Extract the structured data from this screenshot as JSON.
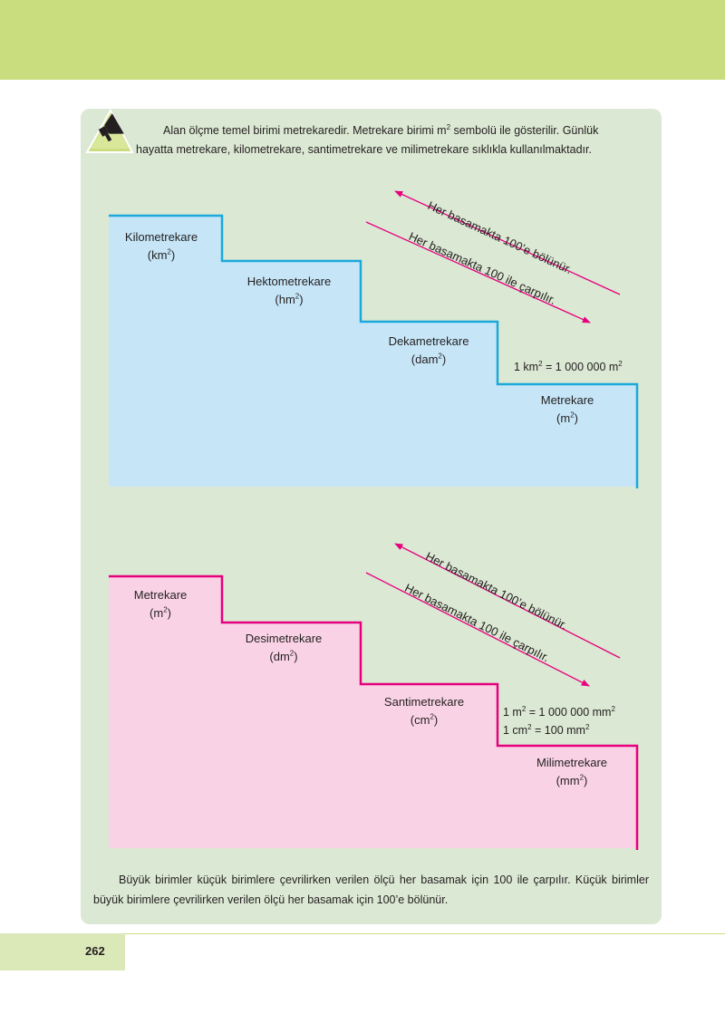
{
  "intro": {
    "line1_a": "Alan ölçme temel birimi metrekaredir. Metrekare birimi m",
    "line1_sup": "2",
    "line1_b": " sembolü ile gösterilir. Günlük",
    "line2": "hayatta metrekare, kilometrekare, santimetrekare ve milimetrekare sıklıkla kullanılmaktadır."
  },
  "upper": {
    "steps": [
      {
        "name": "Kilometrekare",
        "sym": "(km",
        "sup": "2",
        "close": ")"
      },
      {
        "name": "Hektometrekare",
        "sym": "(hm",
        "sup": "2",
        "close": ")"
      },
      {
        "name": "Dekametrekare",
        "sym": "(dam",
        "sup": "2",
        "close": ")"
      },
      {
        "name": "Metrekare",
        "sym": "(m",
        "sup": "2",
        "close": ")"
      }
    ],
    "arrow_divide": "Her basamakta 100’e bölünür.",
    "arrow_multiply": "Her basamakta 100 ile çarpılır.",
    "equation": {
      "a": "1 km",
      "a_sup": "2",
      "b": " = 1 000 000 m",
      "b_sup": "2"
    },
    "fill": "#c6e6f8",
    "stroke": "#1ba9dc"
  },
  "lower": {
    "steps": [
      {
        "name": "Metrekare",
        "sym": "(m",
        "sup": "2",
        "close": ")"
      },
      {
        "name": "Desimetrekare",
        "sym": "(dm",
        "sup": "2",
        "close": ")"
      },
      {
        "name": "Santimetrekare",
        "sym": "(cm",
        "sup": "2",
        "close": ")"
      },
      {
        "name": "Milimetrekare",
        "sym": "(mm",
        "sup": "2",
        "close": ")"
      }
    ],
    "arrow_divide": "Her basamakta 100’e bölünür.",
    "arrow_multiply": "Her basamakta 100 ile çarpılır.",
    "equation1": {
      "a": "1 m",
      "a_sup": "2",
      "b": " = 1 000 000 mm",
      "b_sup": "2"
    },
    "equation2": {
      "a": "1 cm",
      "a_sup": "2",
      "b": " = 100 mm",
      "b_sup": "2"
    },
    "fill": "#f9d3e5",
    "stroke": "#e6007e"
  },
  "outro": "Büyük birimler küçük birimlere çevrilirken verilen ölçü her basamak için 100 ile çarpılır. Küçük birimler büyük birimlere çevrilirken verilen ölçü her basamak için 100’e bölünür.",
  "footer": {
    "page_number": "262"
  },
  "colors": {
    "accent_green": "#c9dd7f",
    "panel": "#dbe8d3",
    "arrow": "#e6007e"
  },
  "icons": {
    "badge": "megaphone-icon"
  }
}
